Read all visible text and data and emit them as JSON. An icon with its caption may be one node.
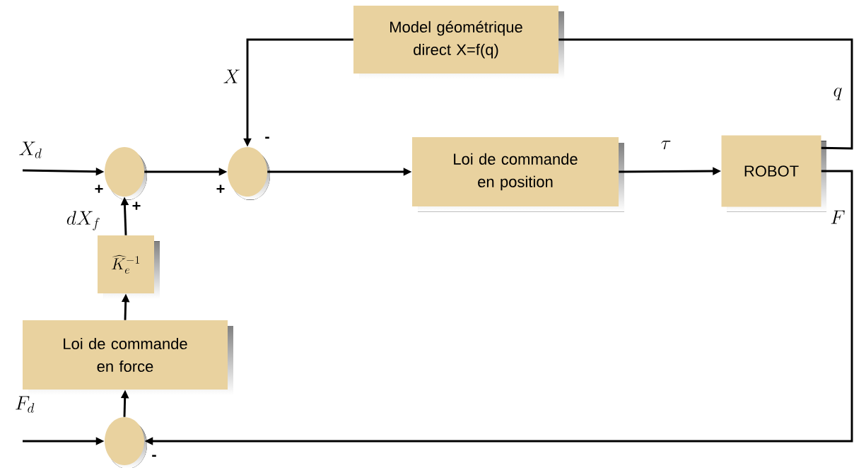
{
  "diagram": {
    "nodes": [
      {
        "text": [],
        "shape": "circle"
      },
      {
        "text": [],
        "shape": "circle"
      },
      {
        "text": [
          "Model géométrique direct X=f(q)"
        ]
      },
      {
        "text": [
          "Loi de commande en position"
        ]
      },
      {
        "text": [
          "ROBOT"
        ]
      },
      {
        "text": [
          "\\widehat{K}_e^{-1}"
        ]
      },
      {
        "text": [
          "Loi de commande en force"
        ]
      },
      {
        "text": [],
        "shape": "circle"
      }
    ],
    "edges": [
      {
        "from": null,
        "to": 0,
        "arrow": "to",
        "label": "X_d"
      },
      {
        "from": 0,
        "to": 1,
        "arrow": "to"
      },
      {
        "from": 1,
        "to": 3,
        "arrow": "to"
      },
      {
        "from": 3,
        "to": 4,
        "arrow": "to",
        "label": "\\tau"
      },
      {
        "from": 4,
        "to": 2,
        "arrow": "none",
        "label": "q"
      },
      {
        "from": 2,
        "to": 1,
        "arrow": "to",
        "label": "X"
      },
      {
        "from": 4,
        "to": 7,
        "arrow": "to",
        "label": "F"
      },
      {
        "from": 5,
        "to": 0,
        "arrow": "to",
        "label": "dX_f"
      },
      {
        "from": 6,
        "to": 5,
        "arrow": "to"
      },
      {
        "from": 7,
        "to": 6,
        "arrow": "to"
      },
      {
        "from": null,
        "to": 7,
        "arrow": "to",
        "label": "F_d"
      }
    ],
    "labels": [
      "-",
      "+",
      "+",
      "+",
      "-"
    ]
  }
}
